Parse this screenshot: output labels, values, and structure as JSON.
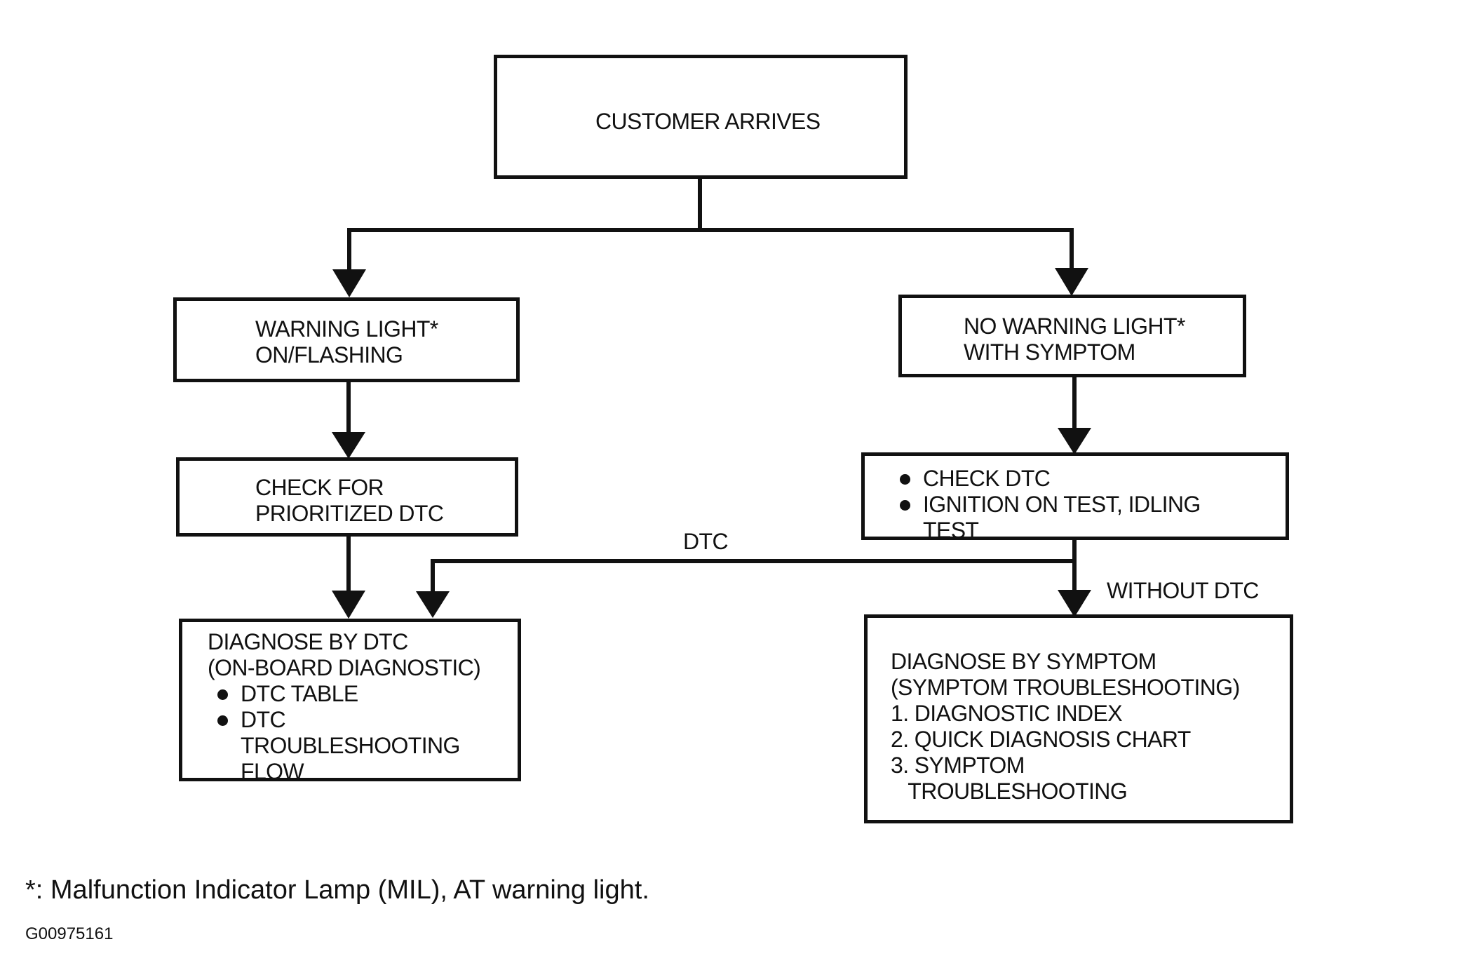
{
  "boxes": {
    "customer_arrives": "CUSTOMER ARRIVES",
    "warning_light": [
      "WARNING LIGHT*",
      "ON/FLASHING"
    ],
    "no_warning_light": [
      "NO WARNING LIGHT*",
      "WITH SYMPTOM"
    ],
    "check_prioritized": [
      "CHECK FOR",
      "PRIORITIZED DTC"
    ],
    "check_dtc": {
      "bullets": [
        [
          "CHECK DTC"
        ],
        [
          "IGNITION ON TEST, IDLING",
          "TEST"
        ]
      ]
    },
    "diagnose_dtc": {
      "lines": [
        "DIAGNOSE BY DTC",
        "(ON-BOARD DIAGNOSTIC)"
      ],
      "bullets": [
        [
          "DTC TABLE"
        ],
        [
          "DTC",
          "TROUBLESHOOTING",
          "FLOW"
        ]
      ]
    },
    "diagnose_symptom": {
      "lines": [
        "DIAGNOSE BY SYMPTOM",
        "(SYMPTOM TROUBLESHOOTING)",
        "1. DIAGNOSTIC INDEX",
        "2. QUICK DIAGNOSIS CHART",
        "3. SYMPTOM",
        "   TROUBLESHOOTING"
      ]
    }
  },
  "edge_labels": {
    "dtc": "DTC",
    "without_dtc": "WITHOUT DTC"
  },
  "footnote": "*: Malfunction Indicator Lamp (MIL), AT warning light.",
  "figure_id": "G00975161"
}
